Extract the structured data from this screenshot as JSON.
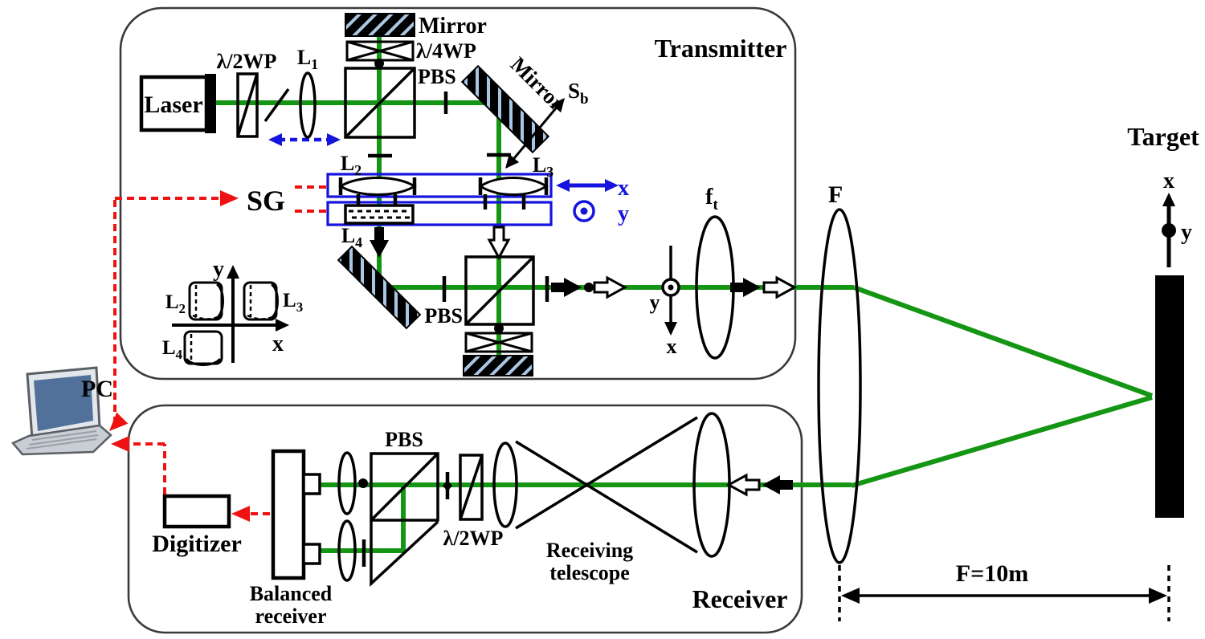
{
  "colors": {
    "beam_green": "#149614",
    "control_red": "#ee1212",
    "accent_blue": "#1414dd",
    "mirror_hatch": "#a9c6e4",
    "box_stroke": "#3a3a3a"
  },
  "sections": {
    "transmitter_label": "Transmitter",
    "receiver_label": "Receiver"
  },
  "target": {
    "label": "Target",
    "distance_label": "F=10m"
  },
  "components": {
    "laser": "Laser",
    "sg": "SG",
    "pc": "PC",
    "digitizer": "Digitizer",
    "balanced_receiver_line1": "Balanced",
    "balanced_receiver_line2": "receiver",
    "receiving_telescope_line1": "Receiving",
    "receiving_telescope_line2": "telescope",
    "pbs": "PBS",
    "mirror": "Mirror",
    "half_wave_plate": "λ/2WP",
    "quarter_wave_plate": "λ/4WP"
  },
  "lenses": {
    "l1": {
      "base": "L",
      "sub": "1"
    },
    "l2": {
      "base": "L",
      "sub": "2"
    },
    "l3": {
      "base": "L",
      "sub": "3"
    },
    "l4": {
      "base": "L",
      "sub": "4"
    },
    "ft": {
      "base": "f",
      "sub": "t"
    },
    "f": "F",
    "sb": {
      "base": "S",
      "sub": "b"
    }
  },
  "axes": {
    "x": "x",
    "y": "y"
  }
}
